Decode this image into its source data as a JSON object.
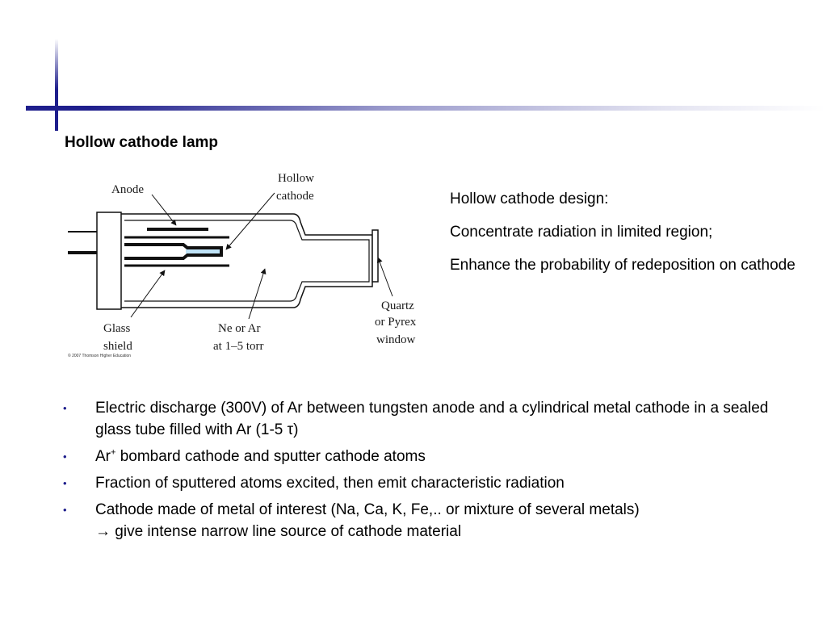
{
  "title": "Hollow cathode lamp",
  "diagram": {
    "labels": {
      "anode": "Anode",
      "hollow_cathode_1": "Hollow",
      "hollow_cathode_2": "cathode",
      "glass_shield_1": "Glass",
      "glass_shield_2": "shield",
      "gas_1": "Ne or Ar",
      "gas_2": "at 1–5 torr",
      "window_1": "Quartz",
      "window_2": "or Pyrex",
      "window_3": "window",
      "copyright": "© 2007 Thomson Higher Education"
    }
  },
  "notes": [
    "Hollow cathode design:",
    "Concentrate radiation in limited region;",
    "Enhance the probability of redeposition on cathode"
  ],
  "bullets": [
    {
      "bullet": "•",
      "text_before": "Electric discharge (300V) of Ar between tungsten anode and a cylindrical metal cathode in a sealed glass tube filled with Ar (1-5 ",
      "symbol": "τ",
      "text_after": ")"
    },
    {
      "bullet": "•",
      "species": "Ar",
      "charge": "+",
      "text": " bombard cathode and sputter cathode atoms"
    },
    {
      "bullet": "•",
      "text": "Fraction of sputtered atoms excited, then emit characteristic radiation"
    },
    {
      "bullet": "•",
      "line1": "Cathode made of metal of interest (Na, Ca, K, Fe,.. or mixture of several metals)",
      "arrow": "→",
      "line2": " give intense narrow line source of cathode material"
    }
  ]
}
